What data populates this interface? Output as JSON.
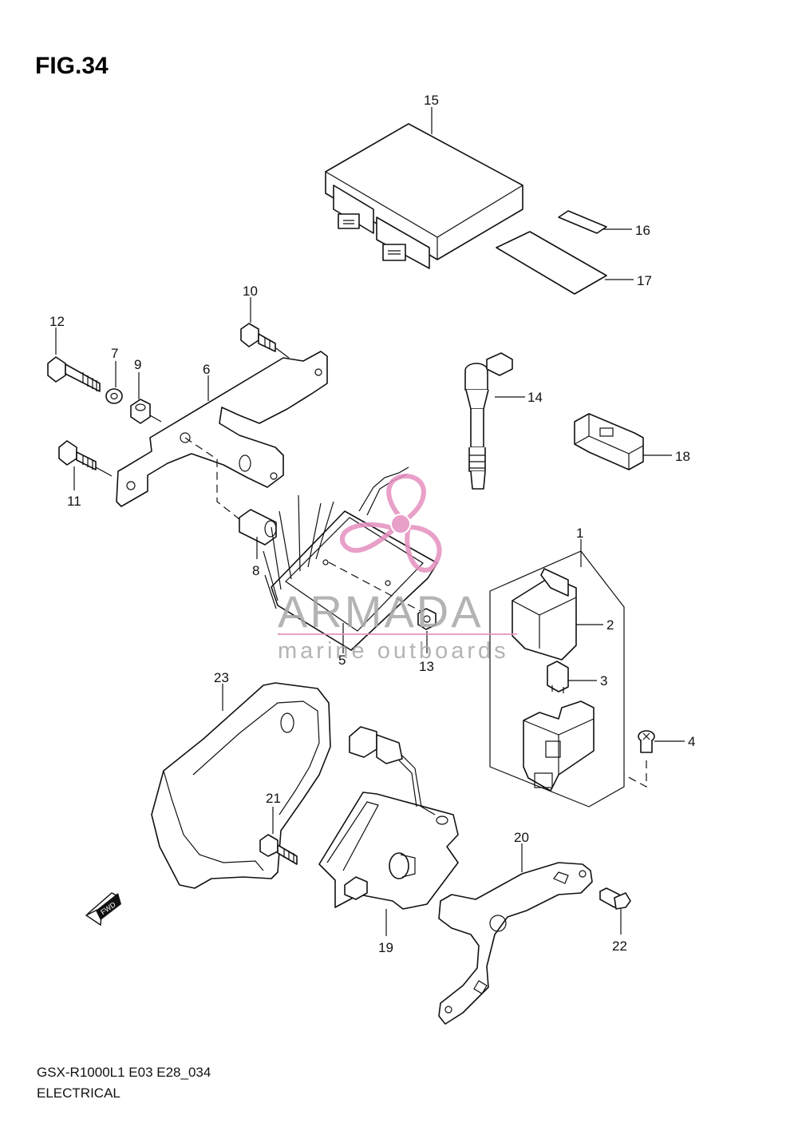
{
  "figure": {
    "title": "FIG.34"
  },
  "footer": {
    "model_code": "GSX-R1000L1 E03 E28_034",
    "section": "ELECTRICAL"
  },
  "watermark": {
    "brand": "ARMADA",
    "tagline": "marine outboards",
    "logo_color": "#e58fbf"
  },
  "direction_badge": "FWD",
  "callouts": {
    "p1": "1",
    "p2": "2",
    "p3": "3",
    "p4": "4",
    "p5": "5",
    "p6": "6",
    "p7": "7",
    "p8": "8",
    "p9": "9",
    "p10": "10",
    "p11": "11",
    "p12": "12",
    "p13": "13",
    "p14": "14",
    "p15": "15",
    "p16": "16",
    "p17": "17",
    "p18": "18",
    "p19": "19",
    "p20": "20",
    "p21": "21",
    "p22": "22",
    "p23": "23"
  }
}
